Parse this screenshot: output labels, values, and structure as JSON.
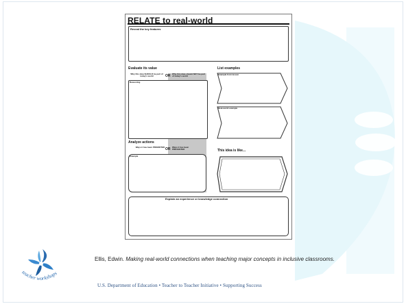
{
  "worksheet": {
    "title": "RELATE to real-world",
    "reveal_label": "Reveal the key features",
    "evaluate": {
      "heading": "Evaluate its value",
      "should_label": "Why this idea SHOULD be part of today's world",
      "or_text": "OR",
      "should_not_label": "Why this idea should NOT be part of today's world",
      "reasoning_label": "Reasoning"
    },
    "list_examples": {
      "heading": "List examples",
      "from_lesson_label": "Example from lesson",
      "real_world_label": "Real-world example"
    },
    "analyze": {
      "heading": "Analyze actions",
      "promoted_label": "Ways it has been PROMOTED",
      "or_text": "OR",
      "prevented_label": "Ways it has been PREVENTED",
      "example_label": "Example"
    },
    "like_label": "This idea is like...",
    "explain_label": "Explain an experience or knowledge connection"
  },
  "citation": {
    "author": "Ellis, Edwin.",
    "title": "Making real-world connections when teaching major concepts in inclusive classrooms."
  },
  "footer": {
    "text": "U.S. Department of Education • Teacher to Teacher Initiative • Supporting Success"
  },
  "logo": {
    "text": "teacher workshops",
    "icon": "pinwheel-star-icon",
    "color": "#2b6cb0"
  },
  "colors": {
    "background_accent": "#e6f7fb",
    "footer_text": "#2a4f82",
    "worksheet_shade": "#c8c8c8"
  }
}
